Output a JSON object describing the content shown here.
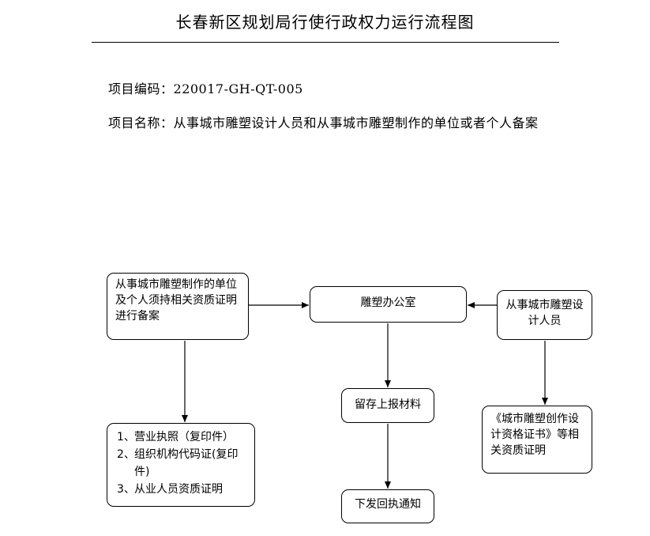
{
  "title": "长春新区规划局行使行政权力运行流程图",
  "project": {
    "code_label": "项目编码：",
    "code_value": "220017-GH-QT-005",
    "name_label": "项目名称：",
    "name_value": "从事城市雕塑设计人员和从事城市雕塑制作的单位或者个人备案"
  },
  "nodes": {
    "applicant_unit": "从事城市雕塑制作的单位及个人须持相关资质证明进行备案",
    "office": "雕塑办公室",
    "designer": "从事城市雕塑设计人员",
    "keep_materials": "留存上报材料",
    "notice": "下发回执通知",
    "required_docs": [
      {
        "num": "1、",
        "text": "营业执照（复印件）"
      },
      {
        "num": "2、",
        "text": "组织机构代码证(复印件)"
      },
      {
        "num": "3、",
        "text": "从业人员资质证明"
      }
    ],
    "designer_docs": "《城市雕塑创作设计资格证书》等相关资质证明"
  }
}
